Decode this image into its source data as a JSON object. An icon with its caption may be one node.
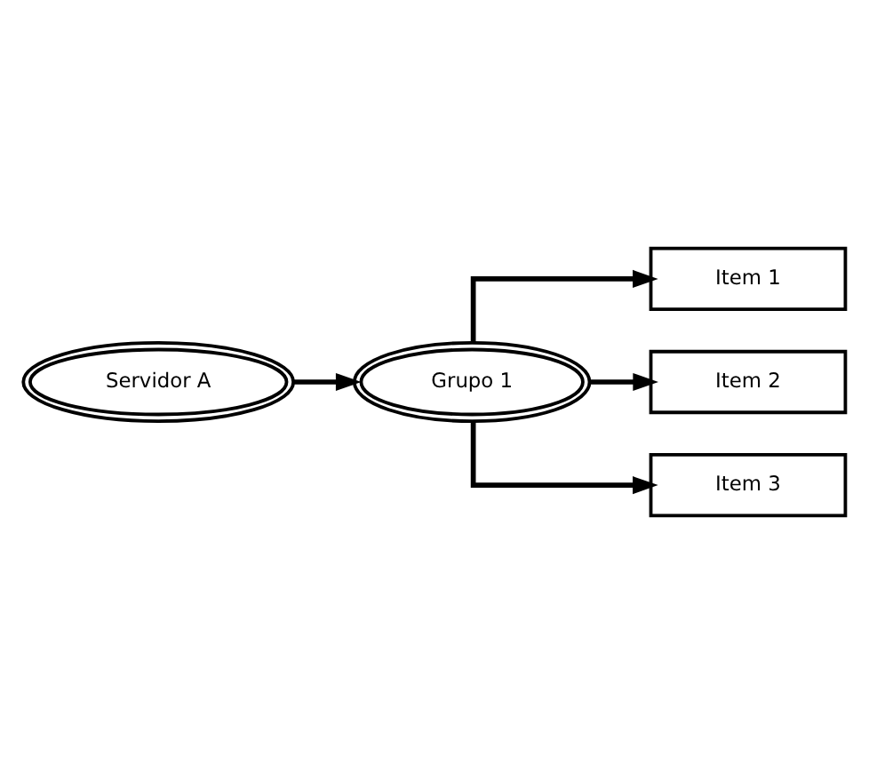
{
  "diagram": {
    "nodes": [
      {
        "text": [
          "Servidor A"
        ]
      },
      {
        "text": [
          "Grupo 1"
        ]
      },
      {
        "text": [
          "Item 1"
        ]
      },
      {
        "text": [
          "Item 2"
        ]
      },
      {
        "text": [
          "Item 3"
        ]
      }
    ],
    "edges": [
      {
        "from": 0,
        "to": 1,
        "arrow": "to"
      },
      {
        "from": 1,
        "to": 2,
        "arrow": "to"
      },
      {
        "from": 1,
        "to": 3,
        "arrow": "to"
      },
      {
        "from": 1,
        "to": 4,
        "arrow": "to"
      }
    ]
  }
}
